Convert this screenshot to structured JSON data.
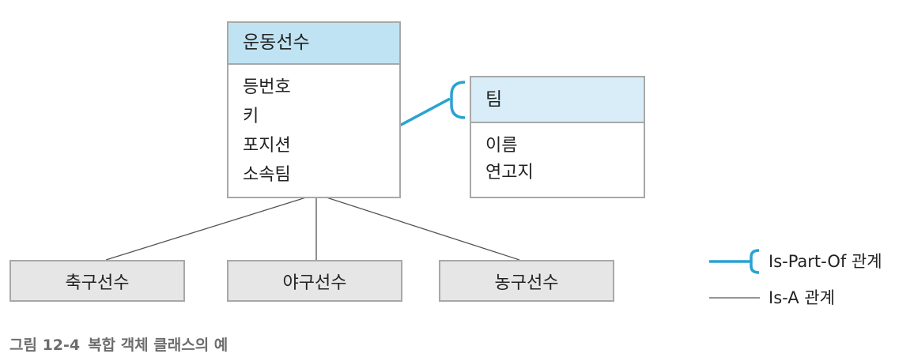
{
  "athlete": {
    "title": "운동선수",
    "attributes": [
      "등번호",
      "키",
      "포지션",
      "소속팀"
    ]
  },
  "team": {
    "title": "팀",
    "attributes": [
      "이름",
      "연고지"
    ]
  },
  "subclasses": [
    "축구선수",
    "야구선수",
    "농구선수"
  ],
  "legend": {
    "part_of": "Is-Part-Of 관계",
    "is_a": "Is-A 관계"
  },
  "caption": {
    "label": "그림 12-4",
    "title": "복합 객체 클래스의 예"
  },
  "colors": {
    "part_of_line": "#29a3d2",
    "is_a_line": "#555555",
    "header_fill": "#bfe3f3",
    "sub_fill": "#e6e6e6",
    "border": "#a8a8a8"
  }
}
